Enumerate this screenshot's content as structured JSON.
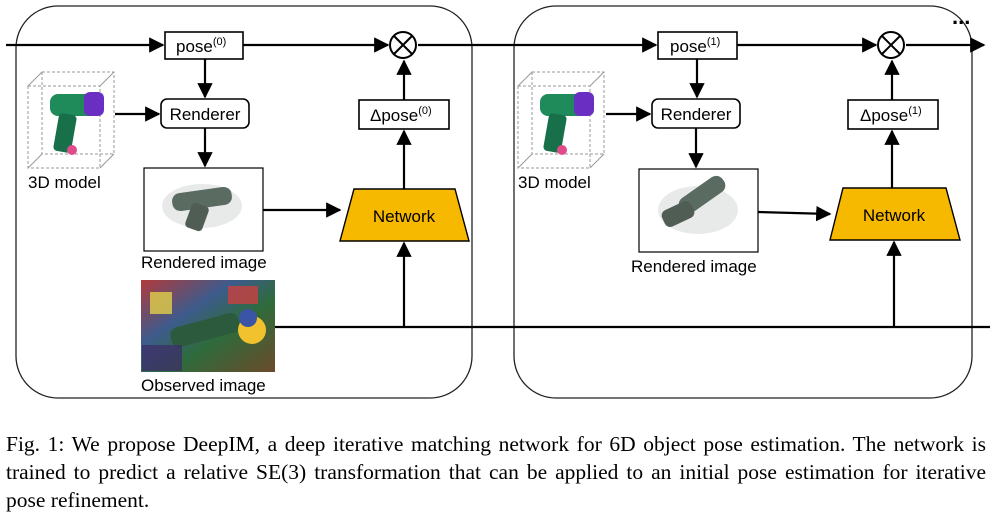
{
  "diagram": {
    "stages": [
      {
        "pose_label": "pose",
        "pose_index": "(0)",
        "renderer_label": "Renderer",
        "delta_label": "Δpose",
        "delta_index": "(0)",
        "network_label": "Network",
        "model_label": "3D model",
        "rendered_label": "Rendered image",
        "observed_label": "Observed image"
      },
      {
        "pose_label": "pose",
        "pose_index": "(1)",
        "renderer_label": "Renderer",
        "delta_label": "Δpose",
        "delta_index": "(1)",
        "network_label": "Network",
        "model_label": "3D model",
        "rendered_label": "Rendered image"
      }
    ],
    "ellipsis": "...",
    "colors": {
      "network_fill": "#f7b800",
      "drill_green": "#1f8a5a",
      "drill_purple": "#6a2ec2"
    }
  },
  "caption": {
    "prefix": "Fig. 1:",
    "text": "We propose DeepIM, a deep iterative matching network for 6D object pose estimation. The network is trained to predict a relative SE(3) transformation that can be applied to an initial pose estimation for iterative pose refinement."
  }
}
